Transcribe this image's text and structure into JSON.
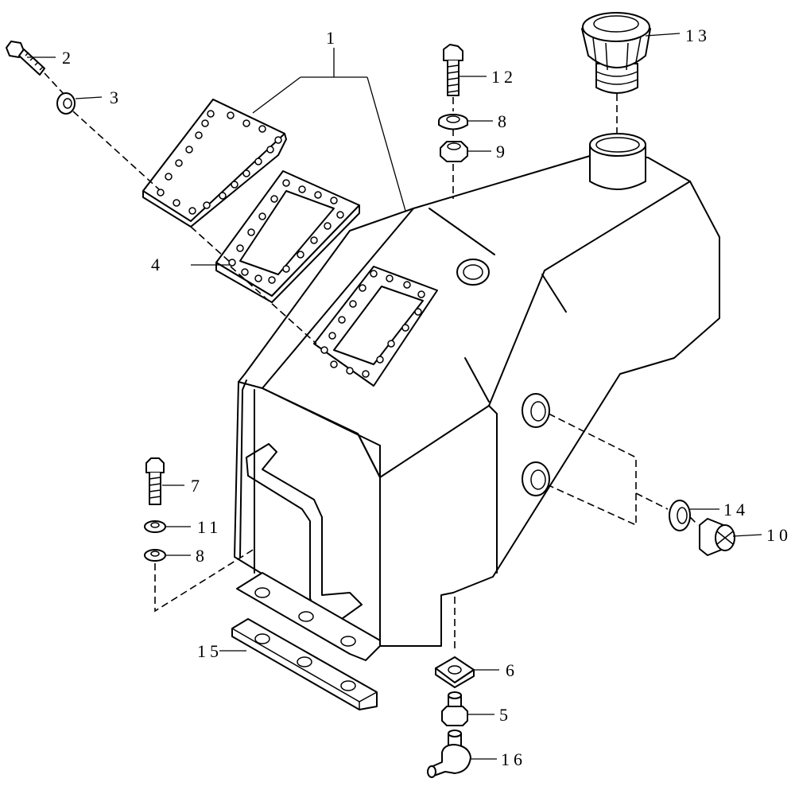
{
  "callouts": [
    {
      "id": "c1",
      "text": "1"
    },
    {
      "id": "c2",
      "text": "2"
    },
    {
      "id": "c3",
      "text": "3"
    },
    {
      "id": "c4",
      "text": "4"
    },
    {
      "id": "c5",
      "text": "5"
    },
    {
      "id": "c6",
      "text": "6"
    },
    {
      "id": "c7",
      "text": "7"
    },
    {
      "id": "c8a",
      "text": "8"
    },
    {
      "id": "c8b",
      "text": "8"
    },
    {
      "id": "c9",
      "text": "9"
    },
    {
      "id": "c10",
      "text": "10"
    },
    {
      "id": "c11",
      "text": "11"
    },
    {
      "id": "c12",
      "text": "12"
    },
    {
      "id": "c13",
      "text": "13"
    },
    {
      "id": "c14",
      "text": "14"
    },
    {
      "id": "c15",
      "text": "15"
    },
    {
      "id": "c16",
      "text": "16"
    }
  ]
}
